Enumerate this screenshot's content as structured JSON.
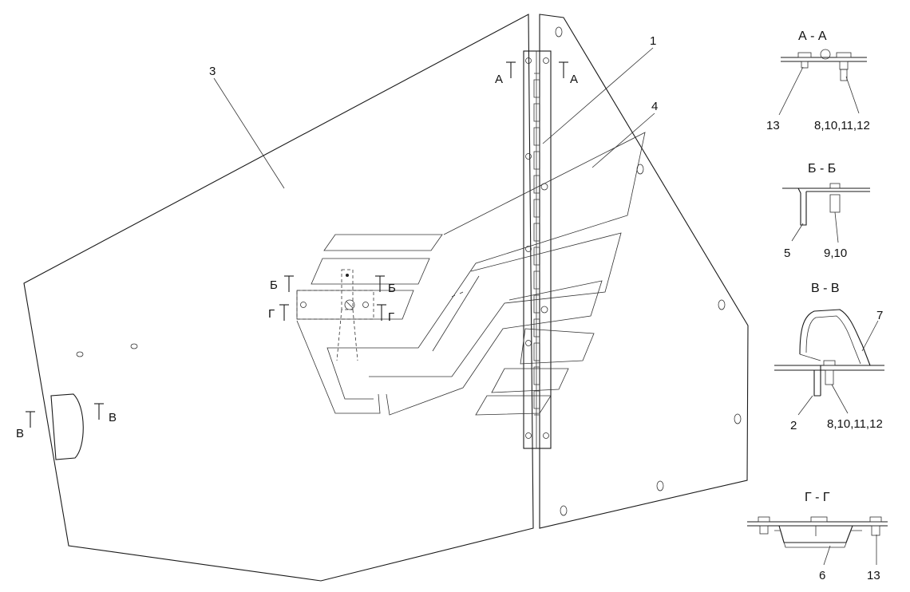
{
  "callouts": {
    "c1": "1",
    "c2": "2",
    "c3": "3",
    "c4": "4",
    "c5": "5",
    "c6": "6",
    "c7": "7",
    "c13a": "13",
    "c13b": "13",
    "c8a": "8,10,11,12",
    "c8b": "8,10,11,12",
    "c910": "9,10"
  },
  "section_marks": {
    "a_left": "А",
    "a_right": "А",
    "b_left": "Б",
    "b_right": "Б",
    "g_left": "Г",
    "g_right": "Г",
    "v_left": "В",
    "v_right": "В"
  },
  "section_titles": {
    "aa": "А - А",
    "bb": "Б - Б",
    "vv": "В - В",
    "gg": "Г - Г"
  }
}
